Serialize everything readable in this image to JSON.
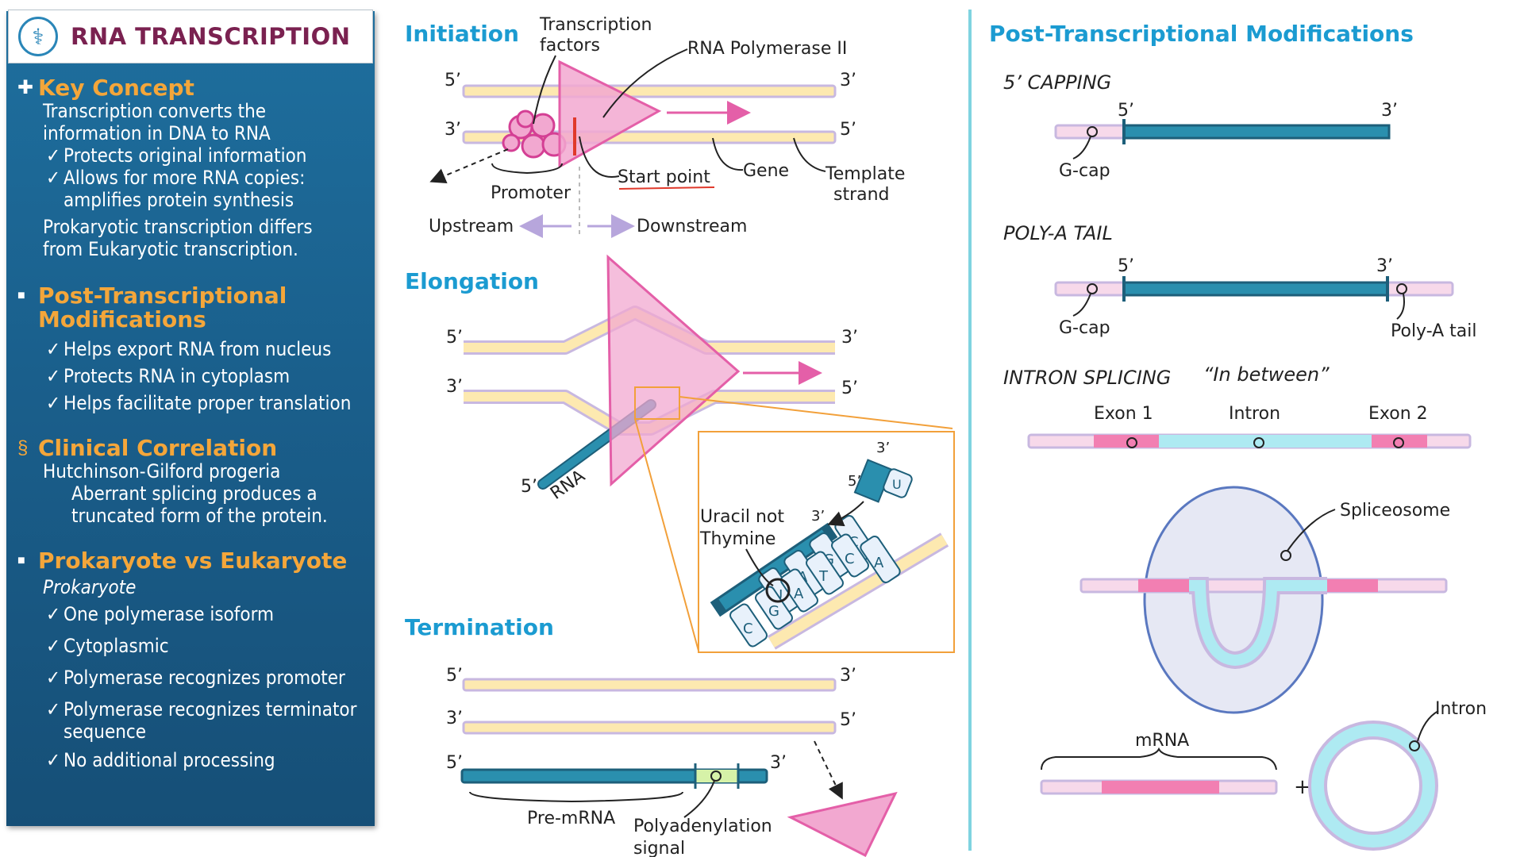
{
  "title": "RNA TRANSCRIPTION",
  "sidebar": {
    "key_concept": {
      "heading": "Key Concept",
      "line1": "Transcription converts the",
      "line2": "information in DNA to RNA",
      "bullet1": "Protects original information",
      "bullet2a": "Allows for more RNA copies:",
      "bullet2b": "amplifies protein synthesis",
      "note1": "Prokaryotic transcription differs",
      "note2": "from Eukaryotic transcription."
    },
    "post_mods": {
      "heading1": "Post-Transcriptional",
      "heading2": "Modifications",
      "bullet1": "Helps export RNA from nucleus",
      "bullet2": "Protects RNA in cytoplasm",
      "bullet3": "Helps facilitate proper translation"
    },
    "clinical": {
      "heading": "Clinical Correlation",
      "line1": "Hutchinson-Gilford progeria",
      "line2": "Aberrant splicing produces a",
      "line3": "truncated form of the protein."
    },
    "prok_euk": {
      "heading": "Prokaryote vs Eukaryote",
      "subheading": "Prokaryote",
      "bullet1": "One polymerase isoform",
      "bullet2": "Cytoplasmic",
      "bullet3": "Polymerase recognizes promoter",
      "bullet4a": "Polymerase recognizes terminator",
      "bullet4b": "sequence",
      "bullet5": "No additional processing"
    }
  },
  "initiation": {
    "heading": "Initiation",
    "five_prime": "5’",
    "three_prime": "3’",
    "transcription_factors_1": "Transcription",
    "transcription_factors_2": "factors",
    "rna_pol": "RNA Polymerase II",
    "promoter": "Promoter",
    "start_point": "Start point",
    "gene": "Gene",
    "template_1": "Template",
    "template_2": "strand",
    "upstream": "Upstream",
    "downstream": "Downstream"
  },
  "elongation": {
    "heading": "Elongation",
    "five_prime": "5’",
    "three_prime": "3’",
    "rna": "RNA",
    "uracil_1": "Uracil not",
    "uracil_2": "Thymine",
    "rna_bases": [
      "U",
      "A",
      "G",
      "C",
      "A"
    ],
    "dna_bases": [
      "C",
      "G",
      "A",
      "T",
      "C"
    ],
    "incoming_base": "U"
  },
  "termination": {
    "heading": "Termination",
    "five_prime": "5’",
    "three_prime": "3’",
    "pre_mrna": "Pre-mRNA",
    "polyA_1": "Polyadenylation",
    "polyA_2": "signal"
  },
  "post_panel": {
    "heading": "Post-Transcriptional Modifications",
    "capping": "5’ CAPPING",
    "polya": "POLY-A TAIL",
    "splicing": "INTRON SPLICING",
    "in_between": "“In between”",
    "five_prime": "5’",
    "three_prime": "3’",
    "g_cap": "G-cap",
    "polya_tail": "Poly-A tail",
    "exon1": "Exon 1",
    "intron": "Intron",
    "exon2": "Exon 2",
    "spliceosome": "Spliceosome",
    "mrna": "mRNA",
    "plus": "+",
    "intron_circle": "Intron"
  },
  "colors": {
    "panel_blue": "#1a5f8c",
    "heading_orange": "#f4a63a",
    "heading_teal": "#1b9bd1",
    "dna_yellow": "#fde9b0",
    "strand_lavender": "#c8b8e0",
    "polymerase_pink": "#e45fa8",
    "rna_teal": "#2a8fae",
    "intron_cyan": "#aeeaf2",
    "exon_pink": "#f27fb2"
  }
}
